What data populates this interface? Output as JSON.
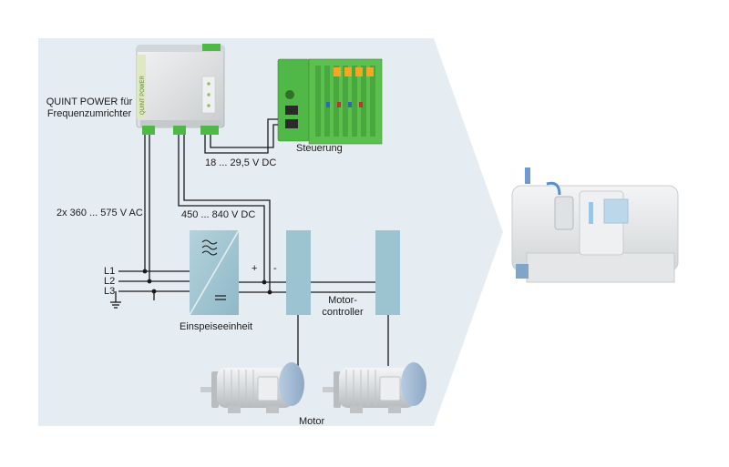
{
  "labels": {
    "psu_title_line1": "QUINT POWER für",
    "psu_title_line2": "Frequenzumrichter",
    "psu_brand": "QUINT POWER",
    "control_label": "Steuerung",
    "dc_low": "18 ... 29,5 V DC",
    "ac_in": "2x 360 ... 575 V AC",
    "dc_high": "450 ... 840 V DC",
    "phase_l1": "L1",
    "phase_l2": "L2",
    "phase_l3": "L3",
    "plus": "+",
    "minus": "-",
    "feed_unit": "Einspeiseeinheit",
    "motor_controller_line1": "Motor-",
    "motor_controller_line2": "controller",
    "motor": "Motor"
  },
  "colors": {
    "background_panel": "#e6edf2",
    "module_blue": "#9cc3d0",
    "psu_body": "#e2e4e5",
    "plc_green": "#4fb847",
    "plc_orange": "#f5a623",
    "wire": "#1a1a1a"
  }
}
